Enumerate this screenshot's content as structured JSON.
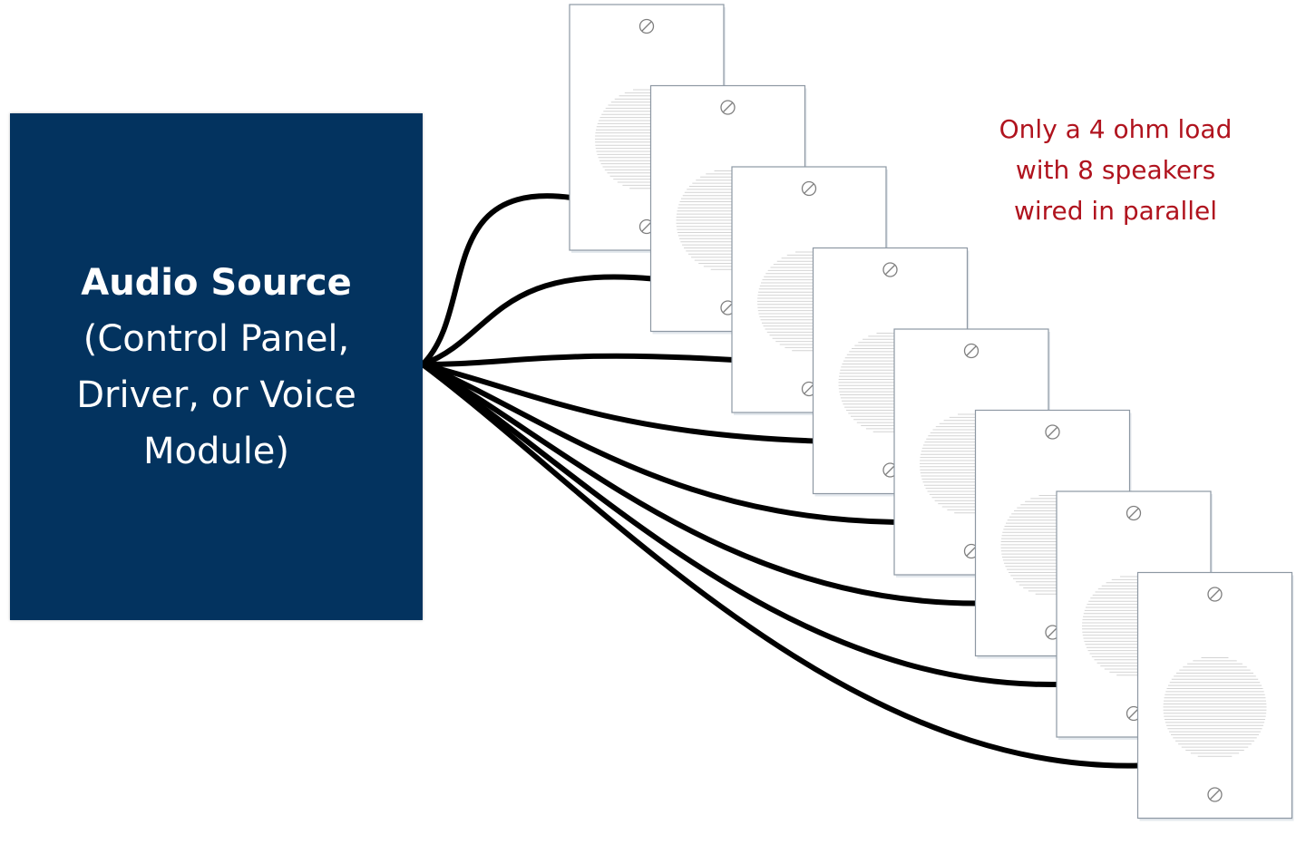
{
  "source": {
    "title": "Audio Source",
    "subtitle": "(Control Panel, Driver, or Voice Module)"
  },
  "note": "Only a 4 ohm load\nwith 8 speakers\nwired in parallel",
  "speaker_count": 8,
  "colors": {
    "source_fill": "#03335F",
    "source_text": "#FFFFFF",
    "wire": "#000000",
    "note_text": "#B0131E",
    "speaker_border": "#8D98A3",
    "grille_lines": "#D4D4D4"
  }
}
